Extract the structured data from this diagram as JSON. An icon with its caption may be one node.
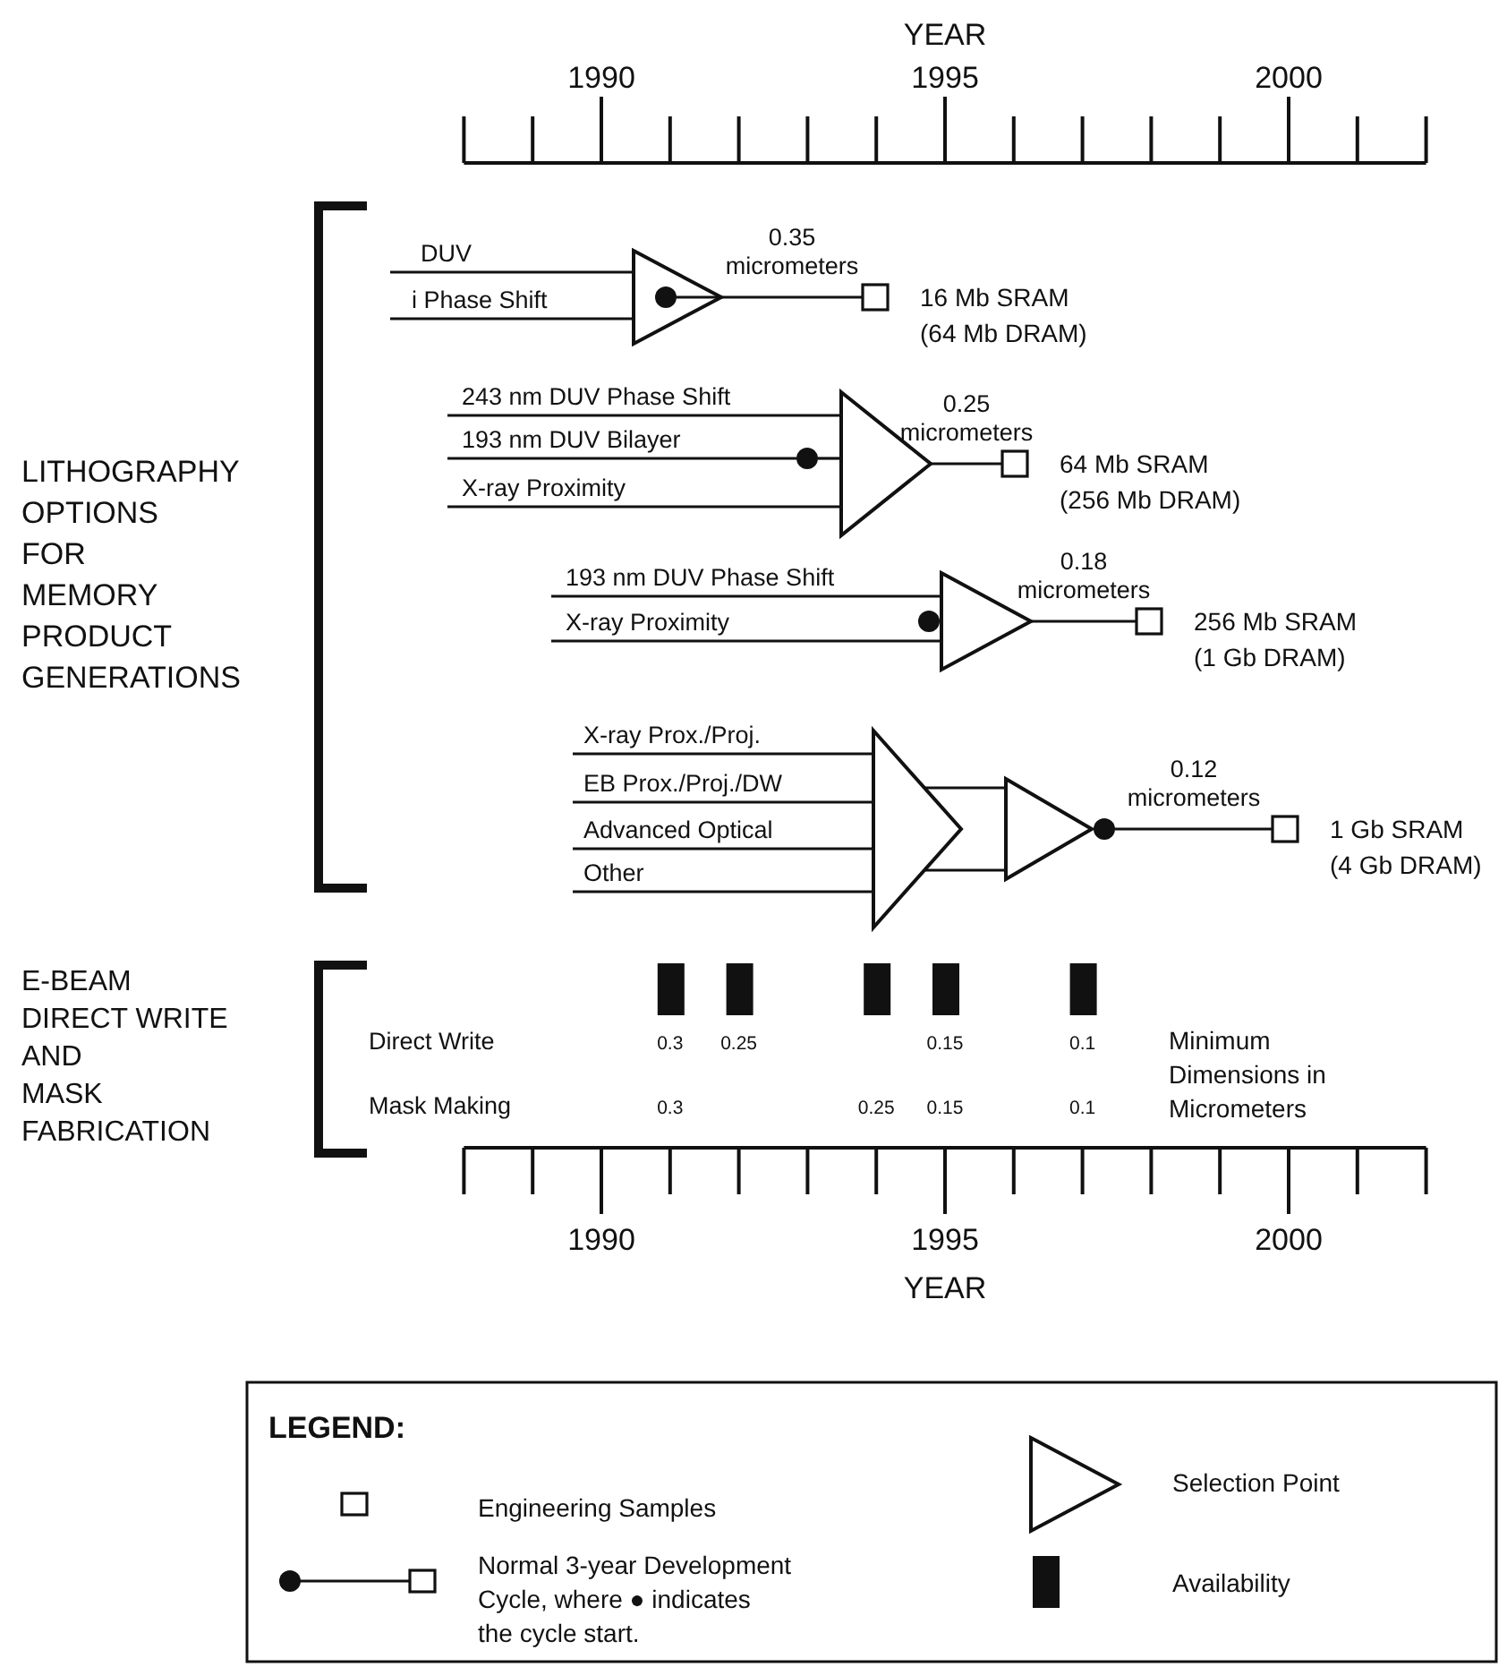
{
  "diagram": {
    "nodes": [
      {
        "text": [
          "DUV"
        ]
      },
      {
        "text": [
          "i Phase Shift"
        ]
      },
      {
        "text": [],
        "shape": "triangle"
      },
      {
        "text": [],
        "shape": "circle",
        "in": 2
      },
      {
        "text": [],
        "shape": "box",
        "beside": [
          "16 Mb SRAM (64 Mb DRAM)"
        ]
      },
      {
        "text": [
          "243 nm DUV Phase Shift"
        ]
      },
      {
        "text": [
          "193 nm DUV Bilayer"
        ]
      },
      {
        "text": [
          "X-ray Proximity"
        ]
      },
      {
        "text": [],
        "shape": "circle"
      },
      {
        "text": [],
        "shape": "triangle"
      },
      {
        "text": [],
        "shape": "box",
        "beside": [
          "64 Mb SRAM (256 Mb DRAM)"
        ]
      },
      {
        "text": [
          "193 nm DUV Phase Shift"
        ]
      },
      {
        "text": [
          "X-ray Proximity"
        ]
      },
      {
        "text": [],
        "shape": "triangle"
      },
      {
        "text": [],
        "shape": "circle"
      },
      {
        "text": [],
        "shape": "box",
        "beside": [
          "256 Mb SRAM (1 Gb DRAM)"
        ]
      },
      {
        "text": [
          "X-ray Prox./Proj."
        ]
      },
      {
        "text": [
          "EB Prox./Proj./DW"
        ]
      },
      {
        "text": [
          "Advanced Optical"
        ]
      },
      {
        "text": [
          "Other"
        ]
      },
      {
        "text": [],
        "shape": "triangle"
      },
      {
        "text": [],
        "shape": "triangle"
      },
      {
        "text": [],
        "shape": "circle"
      },
      {
        "text": [],
        "shape": "box",
        "beside": [
          "1 Gb SRAM (4 Gb DRAM)"
        ]
      },
      {
        "text": [],
        "shape": "bar"
      },
      {
        "text": [],
        "shape": "bar"
      },
      {
        "text": [],
        "shape": "bar"
      },
      {
        "text": [],
        "shape": "bar"
      },
      {
        "text": [],
        "shape": "bar"
      }
    ],
    "edges": [
      {
        "from": 0,
        "to": 2,
        "arrow": "none"
      },
      {
        "from": 1,
        "to": 2,
        "arrow": "none"
      },
      {
        "from": 3,
        "to": 2,
        "arrow": "none"
      },
      {
        "from": 2,
        "to": 4,
        "arrow": "none",
        "label": "0.35 micrometers"
      },
      {
        "from": 5,
        "to": 9,
        "arrow": "none"
      },
      {
        "from": 6,
        "to": 8,
        "arrow": "none"
      },
      {
        "from": 8,
        "to": 9,
        "arrow": "none"
      },
      {
        "from": 7,
        "to": 9,
        "arrow": "none"
      },
      {
        "from": 9,
        "to": 10,
        "arrow": "none",
        "label": "0.25 micrometers"
      },
      {
        "from": 11,
        "to": 13,
        "arrow": "none"
      },
      {
        "from": 12,
        "to": 13,
        "arrow": "none"
      },
      {
        "from": 13,
        "to": 15,
        "arrow": "none",
        "label": "0.18 micrometers"
      },
      {
        "from": 16,
        "to": 20,
        "arrow": "none"
      },
      {
        "from": 17,
        "to": 20,
        "arrow": "none"
      },
      {
        "from": 18,
        "to": 20,
        "arrow": "none"
      },
      {
        "from": 19,
        "to": 20,
        "arrow": "none"
      },
      {
        "from": 20,
        "to": 21,
        "arrow": "none"
      },
      {
        "from": 20,
        "to": 21,
        "arrow": "none"
      },
      {
        "from": 22,
        "to": 23,
        "arrow": "none",
        "label": "0.12 micrometers"
      }
    ],
    "labels": [
      "YEAR",
      "1990",
      "1995",
      "2000",
      "LITHOGRAPHY OPTIONS FOR MEMORY PRODUCT GENERATIONS",
      "E-BEAM DIRECT WRITE AND MASK FABRICATION",
      "Direct Write",
      "0.3",
      "0.25",
      "0.15",
      "0.1",
      "Minimum Dimensions in Micrometers",
      "Mask Making",
      "0.3",
      "0.25",
      "0.15",
      "0.1",
      "1990",
      "1995",
      "2000",
      "YEAR",
      "LEGEND:"
    ],
    "legend": [
      {
        "text": "Engineering Samples"
      },
      {
        "text": "Normal 3-year Development Cycle, where ● indicates the cycle start."
      },
      {
        "text": "Selection Point"
      },
      {
        "text": "Availability"
      }
    ]
  }
}
